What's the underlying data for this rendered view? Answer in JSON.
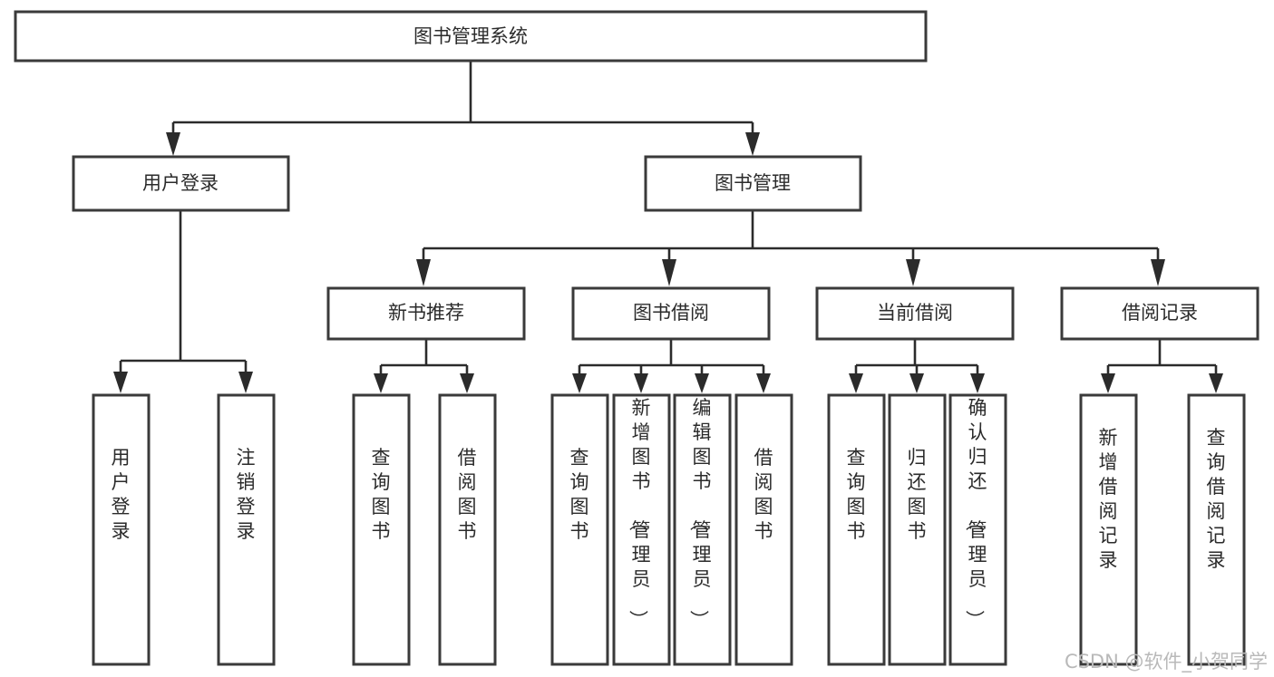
{
  "diagram": {
    "title": "图书管理系统",
    "type": "tree",
    "background_color": "#ffffff",
    "box_stroke_color": "#3a3a3a",
    "text_color": "#2b2b2b",
    "connector_color": "#2b2b2b",
    "root": {
      "label": "图书管理系统"
    },
    "level2": [
      {
        "label": "用户登录"
      },
      {
        "label": "图书管理"
      }
    ],
    "level3": [
      {
        "label": "新书推荐"
      },
      {
        "label": "图书借阅"
      },
      {
        "label": "当前借阅"
      },
      {
        "label": "借阅记录"
      }
    ],
    "leaves": {
      "user_login": [
        {
          "label": "用户登录"
        },
        {
          "label": "注销登录"
        }
      ],
      "new_book_recommend": [
        {
          "label": "查询图书"
        },
        {
          "label": "借阅图书"
        }
      ],
      "book_borrow": [
        {
          "label": "查询图书"
        },
        {
          "label": "新增图书（管理员）"
        },
        {
          "label": "编辑图书（管理员）"
        },
        {
          "label": "借阅图书"
        }
      ],
      "current_borrow": [
        {
          "label": "查询图书"
        },
        {
          "label": "归还图书"
        },
        {
          "label": "确认归还（管理员）"
        }
      ],
      "borrow_record": [
        {
          "label": "新增借阅记录"
        },
        {
          "label": "查询借阅记录"
        }
      ]
    },
    "watermark": "CSDN @软件_小贺同学"
  }
}
